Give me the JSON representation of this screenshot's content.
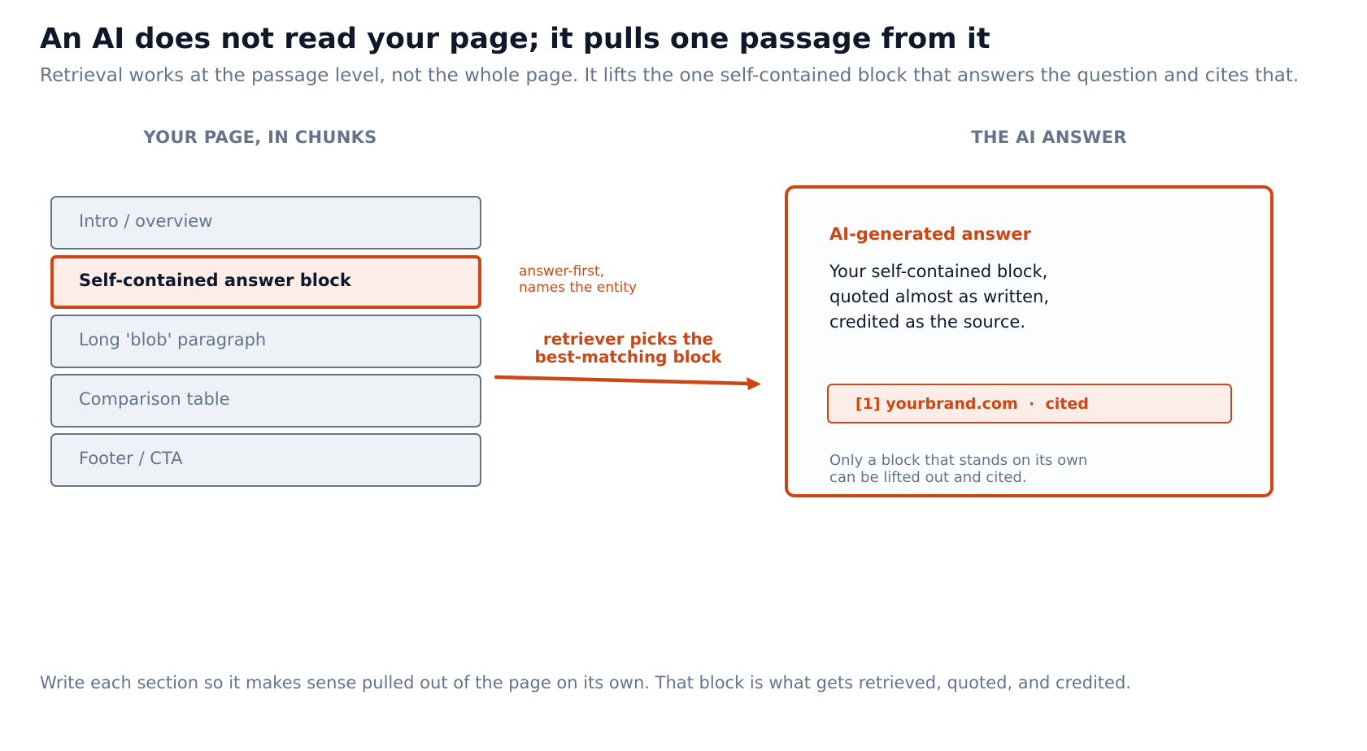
{
  "header": {
    "title": "An AI does not read your page; it pulls one passage from it",
    "subtitle": "Retrieval works at the passage level, not the whole page. It lifts the one self-contained block that answers the question and cites that."
  },
  "left_column": {
    "heading": "YOUR PAGE, IN CHUNKS",
    "chunks": [
      {
        "label": "Intro / overview",
        "highlighted": false
      },
      {
        "label": "Self-contained answer block",
        "highlighted": true
      },
      {
        "label": "Long 'blob' paragraph",
        "highlighted": false
      },
      {
        "label": "Comparison table",
        "highlighted": false
      },
      {
        "label": "Footer / CTA",
        "highlighted": false
      }
    ],
    "side_note": {
      "line1": "answer-first,",
      "line2": "names the entity"
    }
  },
  "arrow": {
    "label_line1": "retriever picks the",
    "label_line2": "best-matching block"
  },
  "right_column": {
    "heading": "THE AI ANSWER",
    "card": {
      "heading": "AI-generated answer",
      "body_lines": [
        "Your self-contained block,",
        "quoted almost as written,",
        "credited as the source."
      ],
      "citation": "[1] yourbrand.com  ·  cited",
      "note_lines": [
        "Only a block that stands on its own",
        "can be lifted out and cited."
      ]
    }
  },
  "footer": {
    "text": "Write each section so it makes sense pulled out of the page on its own. That block is what gets retrieved, quoted, and credited."
  },
  "colors": {
    "accent": "#cc4714",
    "muted": "#64748b",
    "ink": "#0f172a",
    "chunk_fill": "#eef2f7",
    "highlight_fill": "#fcede8"
  }
}
